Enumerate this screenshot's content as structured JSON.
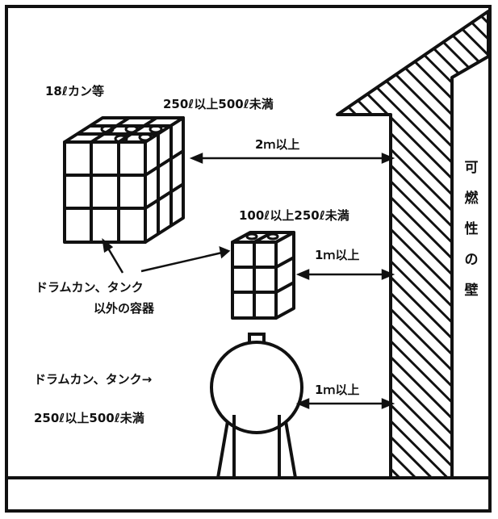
{
  "labels": {
    "can18": "18ℓカン等",
    "range_250_500_top": "250ℓ以上500ℓ未満",
    "dist_2m": "2ｍ以上",
    "range_100_250": "100ℓ以上250ℓ未満",
    "dist_1m_mid": "1ｍ以上",
    "other_containers_line1": "ドラムカン、タンク",
    "other_containers_line2": "以外の容器",
    "drum_tank": "ドラムカン、タンク→",
    "dist_1m_bottom": "1ｍ以上",
    "range_250_500_bottom": "250ℓ以上500ℓ未満"
  },
  "wall_label": [
    "可",
    "燃",
    "性",
    "の",
    "壁"
  ]
}
